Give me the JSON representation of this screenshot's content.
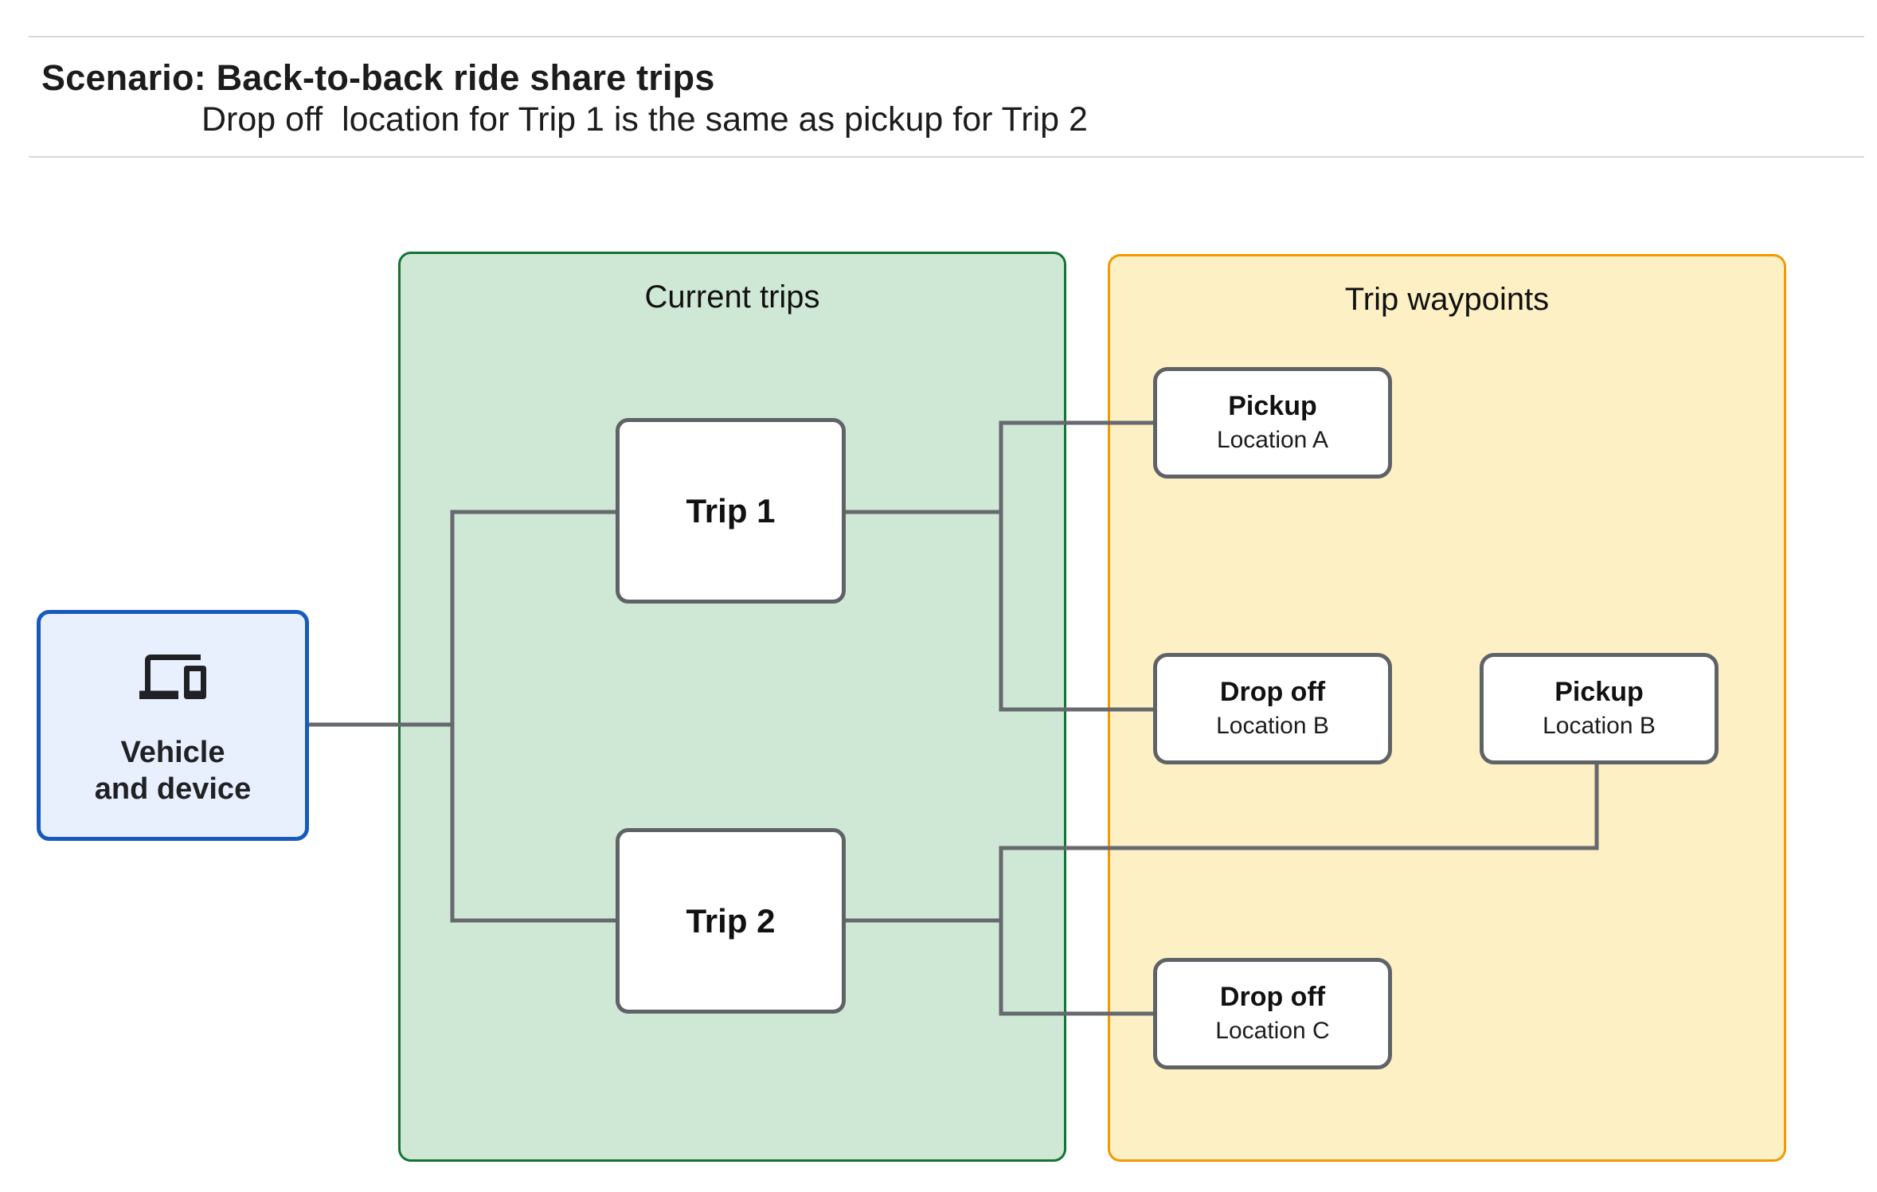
{
  "header": {
    "title": "Scenario: Back-to-back ride share trips",
    "subtitle": "Drop off  location for Trip 1 is the same as pickup for Trip 2"
  },
  "groups": {
    "current_trips": {
      "label": "Current trips",
      "fill": "#cee8d5",
      "border": "#147333"
    },
    "trip_waypoints": {
      "label": "Trip waypoints",
      "fill": "#fdf0c5",
      "border": "#f29900"
    }
  },
  "vehicle": {
    "icon": "devices-icon",
    "line1": "Vehicle",
    "line2": "and device",
    "fill": "#e8f0fe",
    "border": "#185abc"
  },
  "trips": [
    {
      "label": "Trip 1"
    },
    {
      "label": "Trip 2"
    }
  ],
  "waypoints": [
    {
      "title": "Pickup",
      "subtitle": "Location A"
    },
    {
      "title": "Drop off",
      "subtitle": "Location B"
    },
    {
      "title": "Pickup",
      "subtitle": "Location B"
    },
    {
      "title": "Drop off",
      "subtitle": "Location C"
    }
  ],
  "connectors": {
    "color": "#66696d",
    "edges": [
      "vehicle to trip1 and trip2",
      "trip1 to pickup-location-a and dropoff-location-b",
      "trip2 to pickup-location-b and dropoff-location-c"
    ]
  }
}
